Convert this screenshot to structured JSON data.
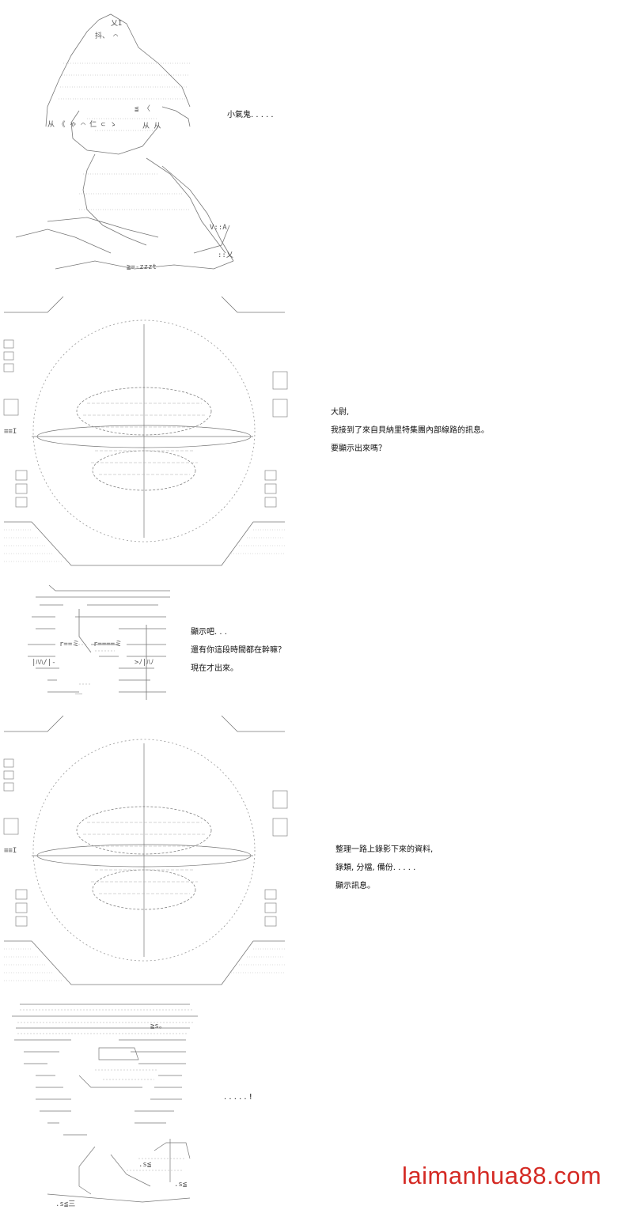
{
  "colors": {
    "background": "#ffffff",
    "text": "#111111",
    "art": "#666666",
    "watermark": "#d42a24"
  },
  "panels": [
    {
      "art": "ascii-figure-girl-icon",
      "lines": [
        "小氣鬼. . . . ."
      ]
    },
    {
      "art": "ascii-hud-screen-icon",
      "lines": [
        "大尉,",
        "我接到了來自貝納里特集團內部線路的訊息。",
        "要顯示出來嗎？"
      ]
    },
    {
      "art": "ascii-figure-man-icon",
      "lines": [
        "顯示吧. . .",
        "還有你這段時間都在幹嘛？",
        "現在才出來。"
      ]
    },
    {
      "art": "ascii-hud-screen-icon",
      "lines": [
        "整理一路上錄影下來的資料,",
        "錄類, 分檔, 備份. . . . .",
        "顯示訊息。"
      ]
    },
    {
      "art": "ascii-figure-boy-icon",
      "lines": [
        ". . . . . !"
      ]
    }
  ],
  "watermark": {
    "text": "laimanhua88.com"
  }
}
